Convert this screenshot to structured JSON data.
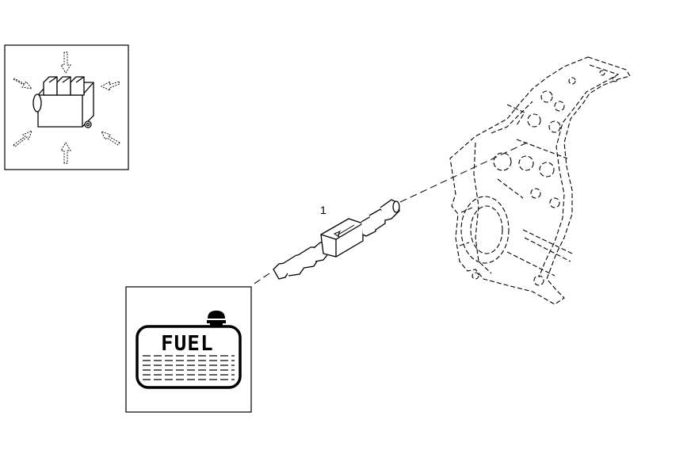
{
  "diagram": {
    "callouts": [
      {
        "id": "part-1",
        "label": "1"
      }
    ],
    "fuel_tank": {
      "label": "FUEL"
    }
  }
}
